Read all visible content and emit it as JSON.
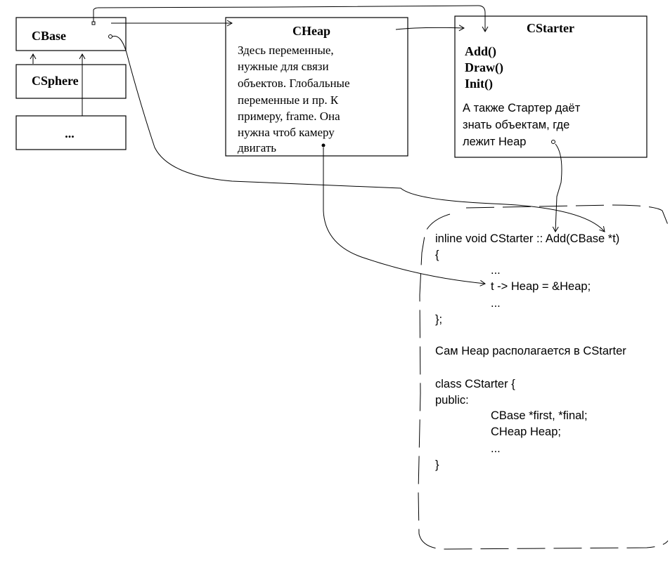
{
  "cbase": {
    "title": "CBase"
  },
  "csphere": {
    "title": "CSphere"
  },
  "other": {
    "title": "..."
  },
  "cheap": {
    "title": "CHeap",
    "lines": [
      "Здесь переменные,",
      "нужные для связи",
      "объектов. Глобальные",
      "переменные и пр. К",
      "примеру, frame. Она",
      "нужна чтоб камеру",
      "двигать"
    ]
  },
  "cstarter": {
    "title": "CStarter",
    "methods": [
      "Add()",
      "Draw()",
      "Init()"
    ],
    "lines": [
      "А также Стартер даёт",
      "знать объектам, где",
      "лежит Heap"
    ]
  },
  "code": {
    "lines": [
      "inline void CStarter :: Add(CBase *t)",
      "{",
      "...",
      "t -> Heap = &Heap;",
      "...",
      "};",
      "Сам Heap располагается в CStarter",
      "class CStarter {",
      "public:",
      "CBase *first, *final;",
      "CHeap Heap;",
      "...",
      "}"
    ]
  }
}
